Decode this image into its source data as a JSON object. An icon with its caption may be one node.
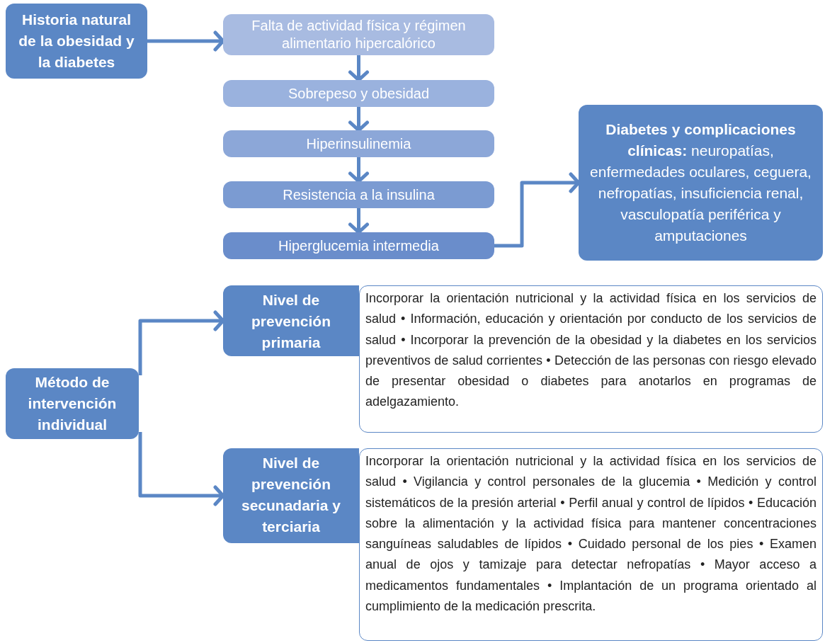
{
  "diagram": {
    "nodes": [
      {
        "text": [
          "Historia natural de la obesidad y la diabetes"
        ]
      },
      {
        "text": [
          "Falta de actividad física y régimen alimentario hipercalórico"
        ]
      },
      {
        "text": [
          "Sobrepeso y obesidad"
        ]
      },
      {
        "text": [
          "Hiperinsulinemia"
        ]
      },
      {
        "text": [
          "Resistencia a la insulina"
        ]
      },
      {
        "text": [
          "Hiperglucemia intermedia"
        ]
      },
      {
        "text": [
          "**Diabetes y complicaciones clínicas:** neuropatías, enfermedades oculares, ceguera, nefropatías, insuficiencia renal, vasculopatía periférica y amputaciones"
        ]
      },
      {
        "text": [
          "Método de intervención individual"
        ]
      },
      {
        "text": [
          "Nivel de prevención primaria"
        ]
      },
      {
        "text": [
          "Incorporar la orientación nutricional y la actividad física en los servicios de salud • Información, educación y orientación por conducto de los servicios de salud • Incorporar la prevención de la obesidad y la diabetes en los servicios preventivos de salud corrientes • Detección de las personas con riesgo elevado de presentar obesidad o diabetes para anotarlos en programas de adelgazamiento."
        ]
      },
      {
        "text": [
          "Nivel de prevención secunadaria y terciaria"
        ]
      },
      {
        "text": [
          "Incorporar la orientación nutricional y la actividad física en los servicios de salud • Vigilancia y control personales de la glucemia • Medición y control sistemáticos de la presión arterial • Perfil anual y control de lípidos • Educación sobre la alimentación y la actividad física para mantener concentraciones sanguíneas saludables de lípidos • Cuidado personal de los pies • Examen anual de ojos y tamizaje para detectar nefropatías • Mayor acceso a medicamentos fundamentales • Implantación de un programa orientado al cumplimiento de la medicación prescrita."
        ]
      }
    ],
    "edges": [
      {
        "from": 0,
        "to": 1,
        "arrow": "to"
      },
      {
        "from": 1,
        "to": 2,
        "arrow": "to"
      },
      {
        "from": 2,
        "to": 3,
        "arrow": "to"
      },
      {
        "from": 3,
        "to": 4,
        "arrow": "to"
      },
      {
        "from": 4,
        "to": 5,
        "arrow": "to"
      },
      {
        "from": 5,
        "to": 6,
        "arrow": "to"
      },
      {
        "from": 7,
        "to": 8,
        "arrow": "to"
      },
      {
        "from": 7,
        "to": 10,
        "arrow": "to"
      }
    ]
  }
}
